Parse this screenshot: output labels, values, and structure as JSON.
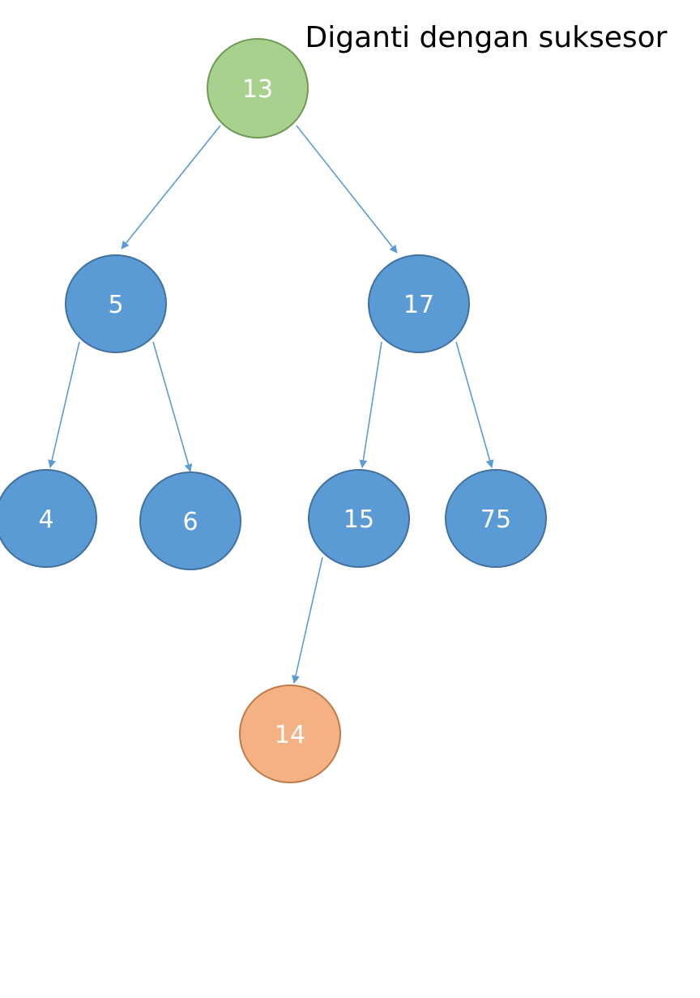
{
  "caption": "Diganti dengan suksesor",
  "colors": {
    "default_fill": "#5b9bd5",
    "default_stroke": "#41719c",
    "root_fill": "#a9d18e",
    "root_stroke": "#6f9a55",
    "successor_fill": "#f4b183",
    "successor_stroke": "#c07a4a",
    "edge": "#5b9bd5",
    "label": "#ffffff"
  },
  "nodes": [
    {
      "id": "n13",
      "label": "13",
      "role": "root"
    },
    {
      "id": "n5",
      "label": "5",
      "role": "default"
    },
    {
      "id": "n17",
      "label": "17",
      "role": "default"
    },
    {
      "id": "n4",
      "label": "4",
      "role": "default"
    },
    {
      "id": "n6",
      "label": "6",
      "role": "default"
    },
    {
      "id": "n15",
      "label": "15",
      "role": "default"
    },
    {
      "id": "n75",
      "label": "75",
      "role": "default"
    },
    {
      "id": "n14",
      "label": "14",
      "role": "successor"
    }
  ],
  "edges": [
    {
      "from": "n13",
      "to": "n5"
    },
    {
      "from": "n13",
      "to": "n17"
    },
    {
      "from": "n5",
      "to": "n4"
    },
    {
      "from": "n5",
      "to": "n6"
    },
    {
      "from": "n17",
      "to": "n15"
    },
    {
      "from": "n17",
      "to": "n75"
    },
    {
      "from": "n15",
      "to": "n14"
    }
  ]
}
